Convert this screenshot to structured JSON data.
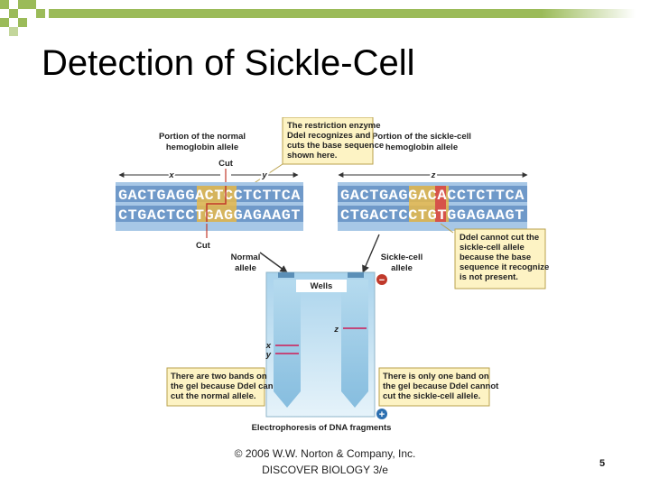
{
  "slide": {
    "title": "Detection of Sickle-Cell",
    "footer_line1": "© 2006 W.W. Norton & Company, Inc.",
    "footer_line2": "DISCOVER BIOLOGY 3/e",
    "page_number": "5"
  },
  "figure": {
    "normal_portion_label_1": "Portion of the normal",
    "normal_portion_label_2": "hemoglobin allele",
    "sickle_portion_label_1": "Portion of the sickle-cell",
    "sickle_portion_label_2": "hemoglobin allele",
    "cut_top": "Cut",
    "cut_bottom": "Cut",
    "x_label": "x",
    "y_label": "y",
    "z_label": "z",
    "enzyme_box": [
      "The restriction enzyme",
      "DdeI recognizes and",
      "cuts the base sequence",
      "shown here."
    ],
    "cannot_cut_box": [
      "DdeI cannot cut the",
      "sickle-cell allele",
      "because the base",
      "sequence it recognizes",
      "is not present."
    ],
    "normal_seq_top": "GACTGAGGACTCCTCTTCA",
    "normal_seq_bottom": "CTGACTCCTGAGGAGAAGT",
    "sickle_seq_top": "GACTGAGGACACCTCTTCA",
    "sickle_seq_bottom": "CTGACTCCTGTGGAGAAGT",
    "normal_allele_1": "Normal",
    "normal_allele_2": "allele",
    "sickle_allele_1": "Sickle-cell",
    "sickle_allele_2": "allele",
    "wells_label": "Wells",
    "minus_sign": "−",
    "plus_sign": "+",
    "gel_x": "x",
    "gel_y": "y",
    "gel_z": "z",
    "two_bands_box": [
      "There are two bands on",
      "the gel because DdeI can",
      "cut the normal allele."
    ],
    "one_band_box": [
      "There is only one band on",
      "the gel because DdeI cannot",
      "cut the sickle-cell allele."
    ],
    "caption": "Electrophoresis of DNA fragments"
  }
}
